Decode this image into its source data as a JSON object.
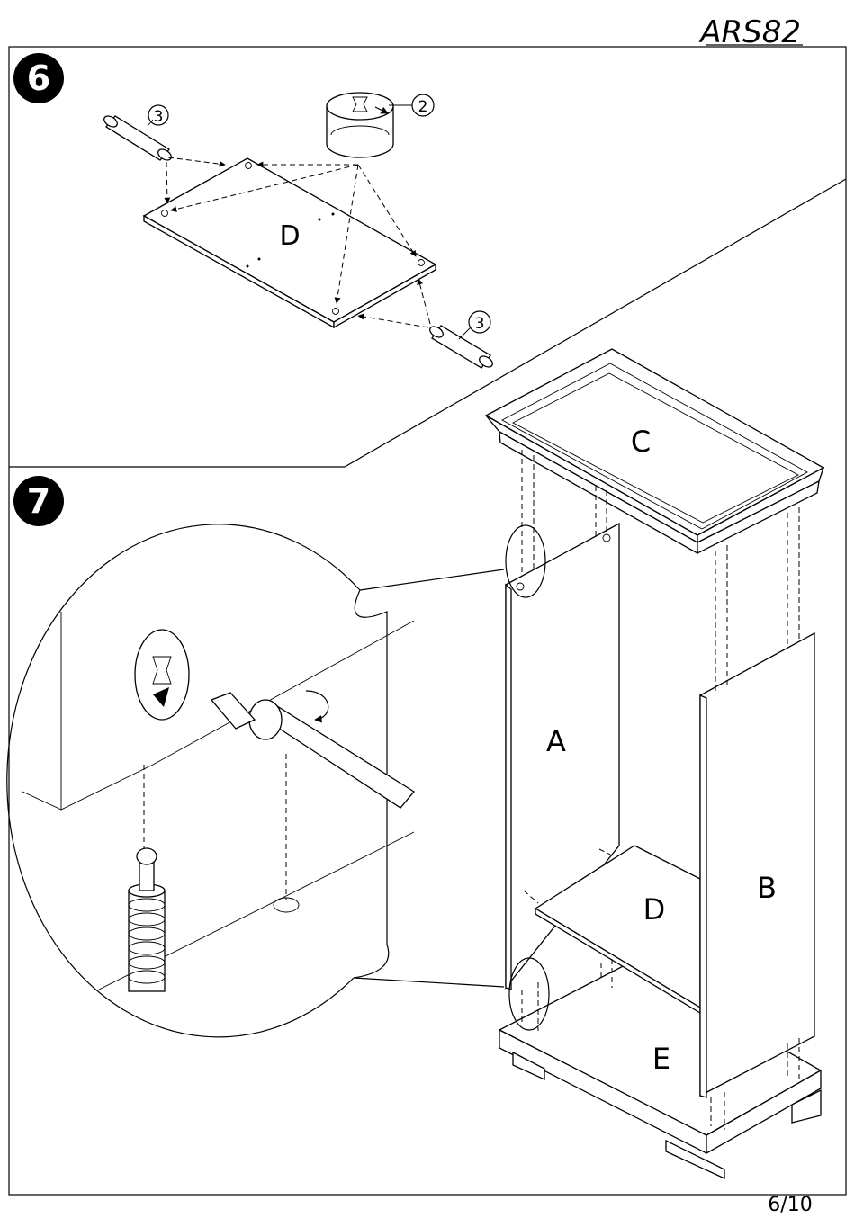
{
  "header": {
    "model_code": "ARS82"
  },
  "footer": {
    "page_number": "6/10"
  },
  "steps": [
    {
      "number": "6",
      "panel_label": "D",
      "callouts": [
        {
          "part": "3"
        },
        {
          "part": "2"
        },
        {
          "part": "3"
        }
      ]
    },
    {
      "number": "7",
      "panel_labels": {
        "top": "C",
        "side_left": "A",
        "side_right": "B",
        "shelf": "D",
        "base": "E"
      }
    }
  ]
}
